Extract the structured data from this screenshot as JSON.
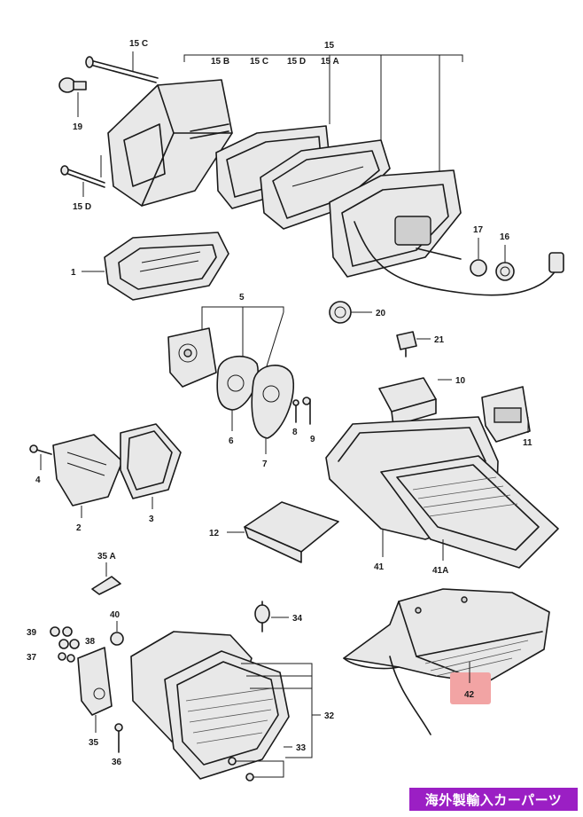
{
  "diagram": {
    "part_labels": {
      "p1": "1",
      "p2": "2",
      "p3": "3",
      "p4": "4",
      "p5": "5",
      "p6": "6",
      "p7": "7",
      "p8": "8",
      "p9": "9",
      "p10": "10",
      "p11": "11",
      "p12": "12",
      "p15": "15",
      "p15a": "15 A",
      "p15b": "15 B",
      "p15c": "15 C",
      "p15c_top": "15 C",
      "p15d": "15 D",
      "p15d_left": "15 D",
      "p16": "16",
      "p17": "17",
      "p19": "19",
      "p20": "20",
      "p21": "21",
      "p32": "32",
      "p33": "33",
      "p34": "34",
      "p35": "35",
      "p35a": "35 A",
      "p36": "36",
      "p37": "37",
      "p38": "38",
      "p39": "39",
      "p40": "40",
      "p41": "41",
      "p41a": "41A",
      "p42": "42"
    },
    "highlight_color": "#f2a4a4"
  },
  "watermark": {
    "text": "海外製輸入カーパーツ",
    "bg_color": "#9b1fc4",
    "text_color": "#ffffff"
  }
}
